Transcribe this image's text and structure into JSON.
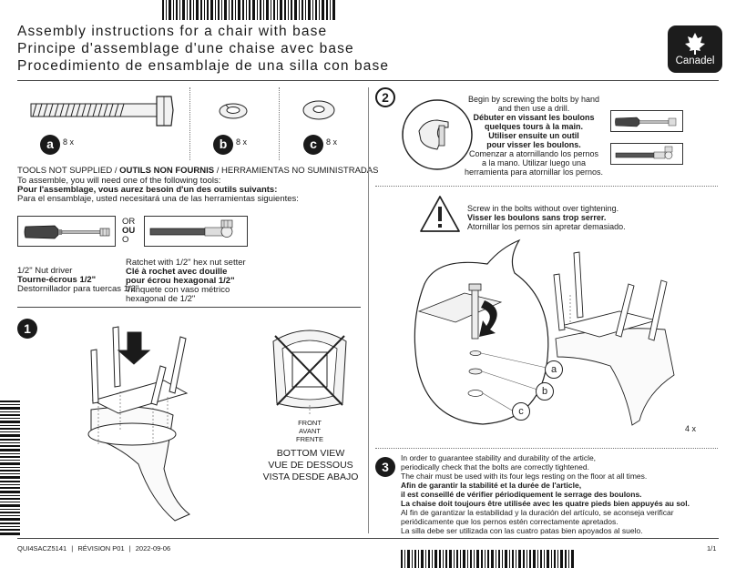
{
  "header": {
    "title_en": "Assembly instructions for a chair with base",
    "title_fr": "Principe d'assemblage d'une chaise avec base",
    "title_es": "Procedimiento de ensamblaje de una silla con base",
    "logo_text": "Canadel"
  },
  "parts": [
    {
      "letter": "a",
      "qty": "8 x"
    },
    {
      "letter": "b",
      "qty": "8 x"
    },
    {
      "letter": "c",
      "qty": "8 x"
    }
  ],
  "tools": {
    "heading_en": "TOOLS NOT SUPPLIED",
    "heading_sep1": " / ",
    "heading_fr": "OUTILS NON FOURNIS",
    "heading_sep2": " / ",
    "heading_es": "HERRAMIENTAS NO SUMINISTRADAS",
    "intro_en": "To assemble, you will need one of the following tools:",
    "intro_fr": "Pour l'assemblage, vous aurez besoin d'un des outils suivants:",
    "intro_es": "Para el ensamblaje, usted necesitará una de las herramientas siguientes:",
    "or_en": "OR",
    "or_fr": "OU",
    "or_es": "O",
    "driver_en": "1/2\" Nut driver",
    "driver_fr": "Tourne-écrous 1/2\"",
    "driver_es": "Destornillador para tuercas 1/2\"",
    "ratchet_en": "Ratchet with 1/2\" hex nut setter",
    "ratchet_fr1": "Clé à rochet avec douille",
    "ratchet_fr2": "pour écrou hexagonal 1/2\"",
    "ratchet_es1": "Trinquete con vaso métrico",
    "ratchet_es2": "hexagonal de 1/2\""
  },
  "step1": {
    "number": "1",
    "front_en": "FRONT",
    "front_fr": "AVANT",
    "front_es": "FRENTE",
    "bottom_en": "BOTTOM VIEW",
    "bottom_fr": "VUE DE DESSOUS",
    "bottom_es": "VISTA DESDE ABAJO"
  },
  "step2": {
    "number": "2",
    "begin_en1": "Begin by screwing the bolts by hand",
    "begin_en2": "and then use a drill.",
    "begin_fr1": "Débuter en vissant les boulons",
    "begin_fr2": "quelques tours à la main.",
    "begin_fr3": "Utiliser ensuite un outil",
    "begin_fr4": "pour visser les boulons.",
    "begin_es1": "Comenzar a atornillando los pernos",
    "begin_es2": "a la mano. Utilizar luego una",
    "begin_es3": "herramienta para atornillar los pernos.",
    "warn_en": "Screw in the bolts without over tightening.",
    "warn_fr": "Visser les boulons sans trop serrer.",
    "warn_es": "Atornillar los pernos sin apretar demasiado.",
    "callouts": [
      "a",
      "b",
      "c"
    ],
    "qty": "4 x"
  },
  "step3": {
    "number": "3",
    "en1": "In order to guarantee stability and durability of the article,",
    "en2": "periodically check that the bolts are correctly tightened.",
    "en3": "The chair must be used with its four legs resting on the floor at all times.",
    "fr1": "Afin de garantir la stabilité et la durée de l'article,",
    "fr2": "il est conseillé de vérifier périodiquement le serrage des boulons.",
    "fr3": "La chaise doit toujours être utilisée avec les quatre pieds bien appuyés au sol.",
    "es1": "Al fin de garantizar la estabilidad y la duración del artículo, se aconseja verificar",
    "es2": "periódicamente que los pernos estén correctamente apretados.",
    "es3": "La silla debe ser utilizada con las cuatro patas bien apoyados al suelo."
  },
  "footer": {
    "doc_code": "QUI4SACZ5141",
    "sep": "|",
    "revision": "RÉVISION P01",
    "date": "2022-09-06",
    "page": "1/1"
  },
  "colors": {
    "ink": "#1a1a1a",
    "logo_bg": "#1c1c1c"
  }
}
